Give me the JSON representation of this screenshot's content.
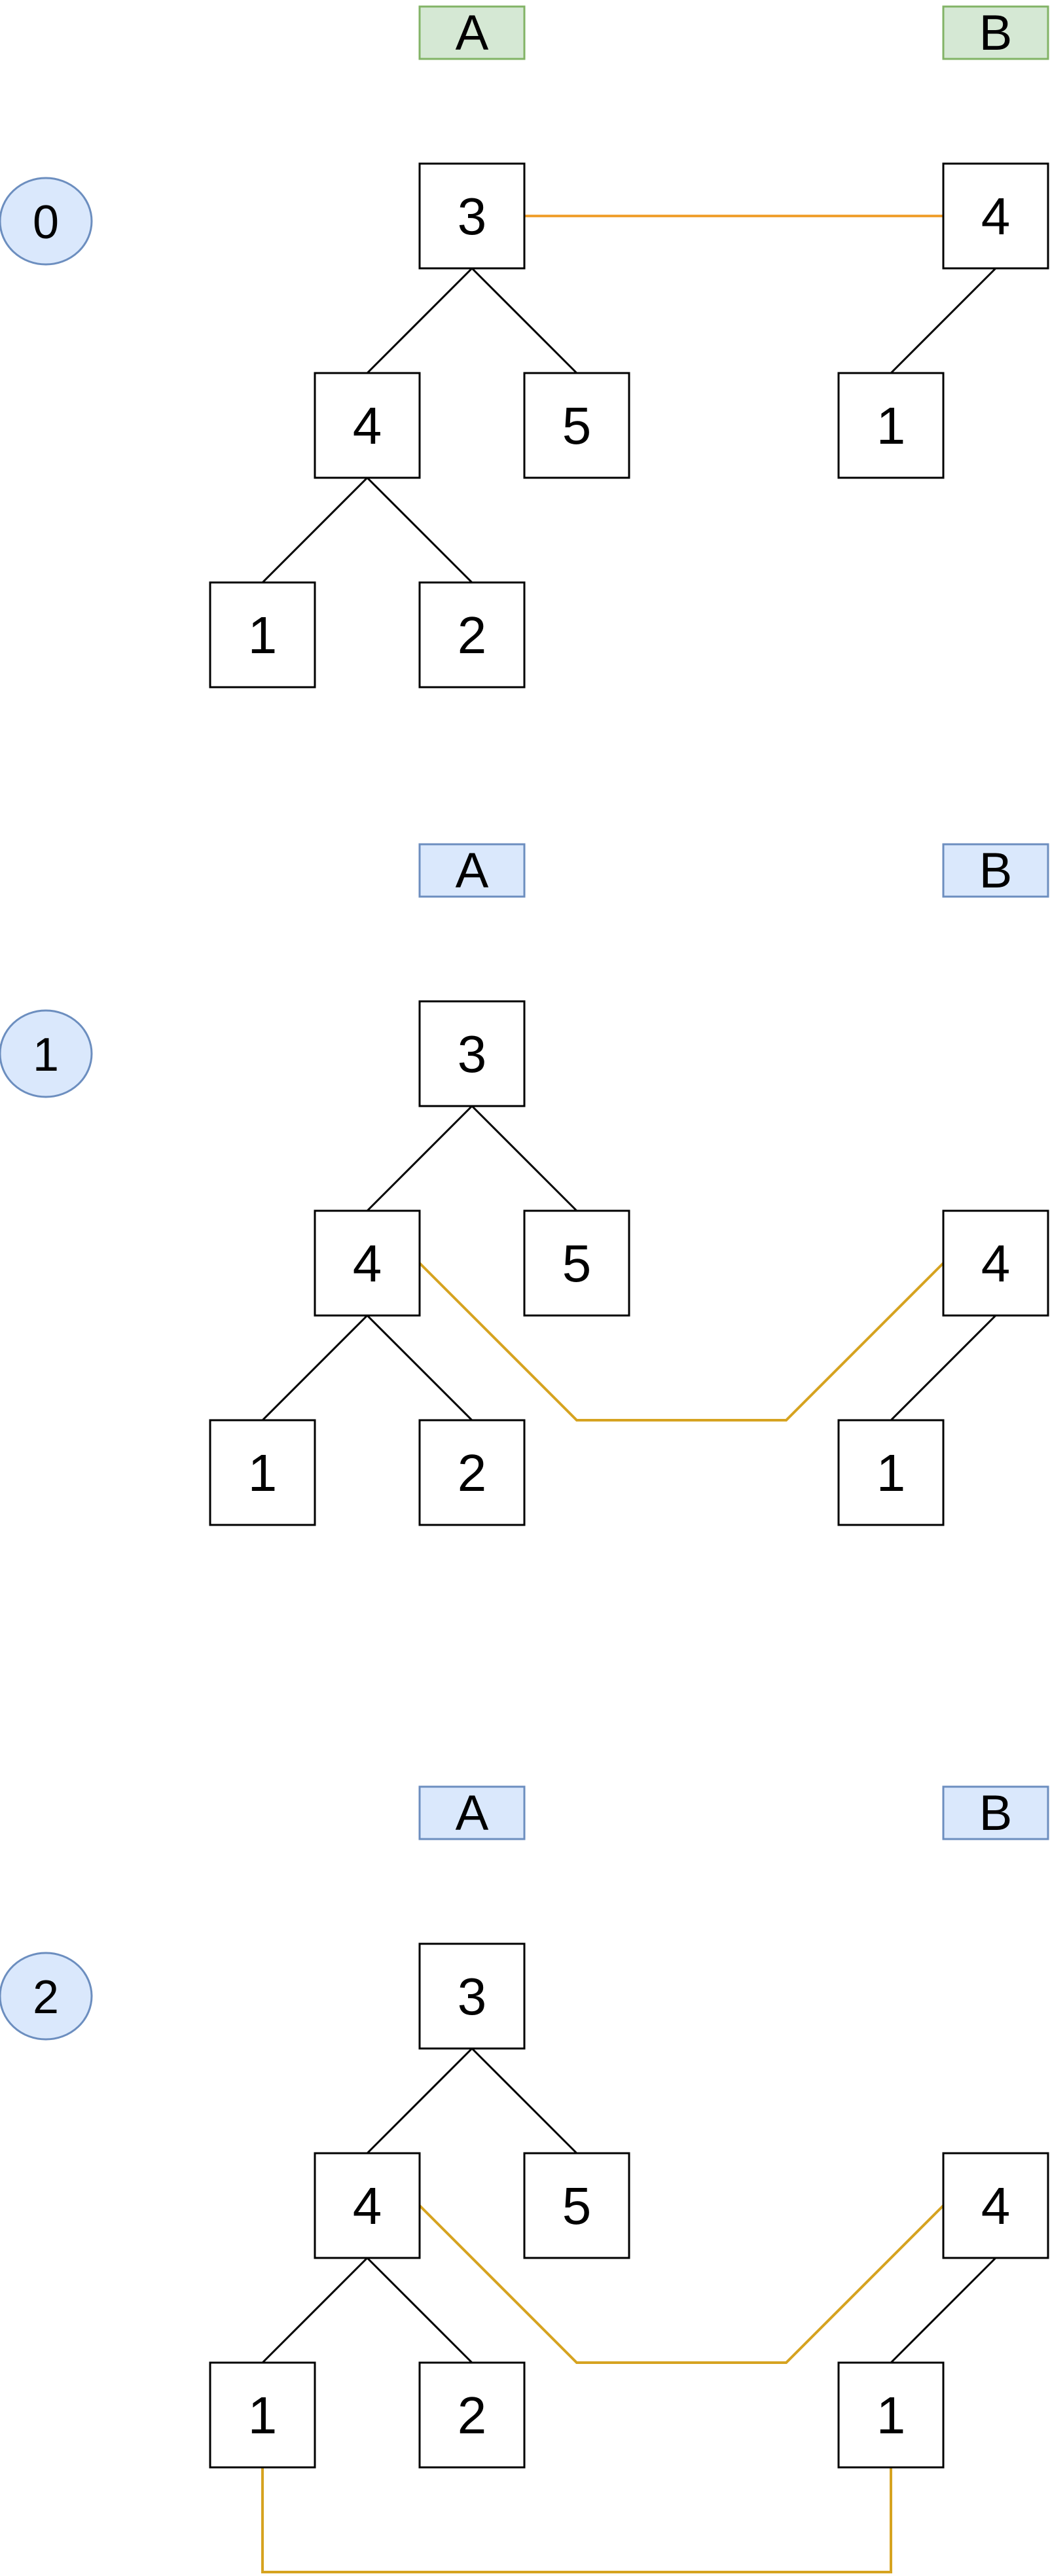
{
  "colors": {
    "node_border": "#000000",
    "edge": "#000000",
    "link_orange": "#f0a030",
    "link_gold": "#d6a320",
    "label_green_fill": "#d5e8d4",
    "label_green_border": "#82b366",
    "label_blue_fill": "#dae8fc",
    "label_blue_border": "#6c8ebf",
    "step_fill": "#dae8fc",
    "step_border": "#6c8ebf"
  },
  "steps": [
    {
      "step_label": "0",
      "label_a": "A",
      "label_b": "B",
      "tree_a": {
        "root": "3",
        "left": "4",
        "right": "5",
        "left_left": "1",
        "left_right": "2"
      },
      "tree_b": {
        "root": "4",
        "child": "1"
      },
      "links": [
        "A.root–B.root"
      ]
    },
    {
      "step_label": "1",
      "label_a": "A",
      "label_b": "B",
      "tree_a": {
        "root": "3",
        "left": "4",
        "right": "5",
        "left_left": "1",
        "left_right": "2"
      },
      "tree_b": {
        "root": "4",
        "child": "1"
      },
      "links": [
        "A.left–B.root"
      ]
    },
    {
      "step_label": "2",
      "label_a": "A",
      "label_b": "B",
      "tree_a": {
        "root": "3",
        "left": "4",
        "right": "5",
        "left_left": "1",
        "left_right": "2"
      },
      "tree_b": {
        "root": "4",
        "child": "1"
      },
      "links": [
        "A.left–B.root",
        "A.left_left–B.child"
      ]
    }
  ]
}
